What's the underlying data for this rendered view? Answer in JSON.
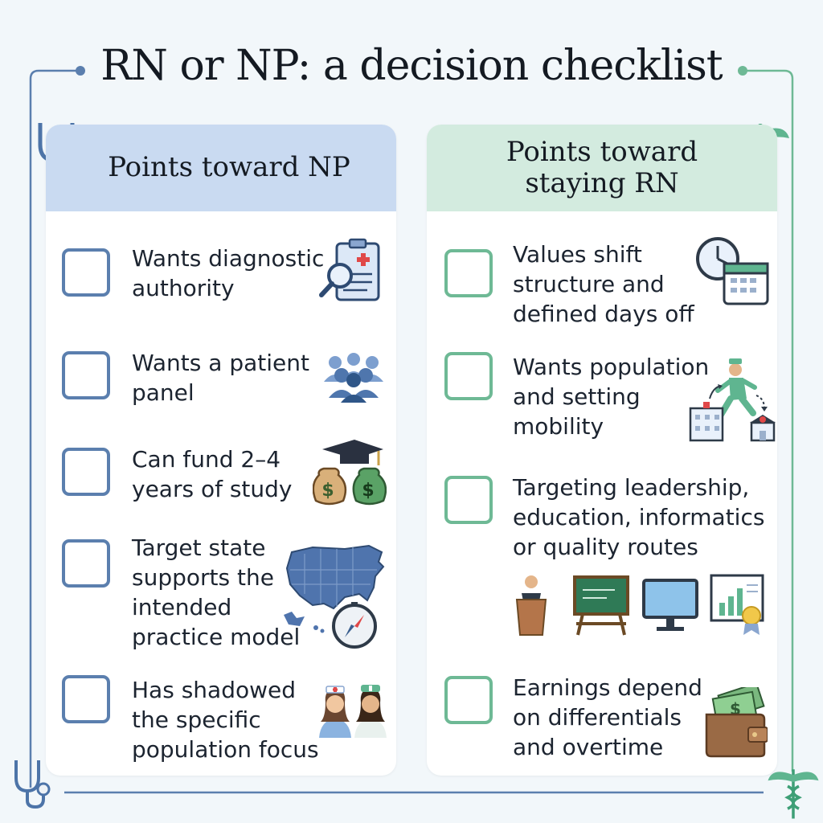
{
  "title": "RN or NP: a decision checklist",
  "colors": {
    "np_accent": "#5b7fae",
    "rn_accent": "#6eb995",
    "np_header_bg": "#c9daf1",
    "rn_header_bg": "#d3ebdf"
  },
  "np_column": {
    "heading": "Points toward NP",
    "items": [
      {
        "label": "Wants diagnostic\nauthority",
        "icon": "clipboard-magnifier-icon",
        "checked": false
      },
      {
        "label": "Wants a patient\npanel",
        "icon": "patient-group-icon",
        "checked": false
      },
      {
        "label": "Can fund 2–4\nyears of study",
        "icon": "graduation-money-icon",
        "checked": false
      },
      {
        "label": "Target state\nsupports the\nintended\npractice model",
        "icon": "us-map-compass-icon",
        "checked": false
      },
      {
        "label": "Has shadowed\nthe specific\npopulation focus",
        "icon": "nurses-icon",
        "checked": false
      }
    ]
  },
  "rn_column": {
    "heading": "Points toward\nstaying RN",
    "items": [
      {
        "label": "Values shift\nstructure and\ndefined days off",
        "icon": "clock-calendar-icon",
        "checked": false
      },
      {
        "label": "Wants population\nand setting\nmobility",
        "icon": "nurse-moving-icon",
        "checked": false
      },
      {
        "label": "Targeting leadership,\neducation, informatics\nor quality routes",
        "icon": "career-routes-icon",
        "checked": false
      },
      {
        "label": "Earnings depend\non differentials\nand overtime",
        "icon": "wallet-money-icon",
        "checked": false
      }
    ]
  }
}
